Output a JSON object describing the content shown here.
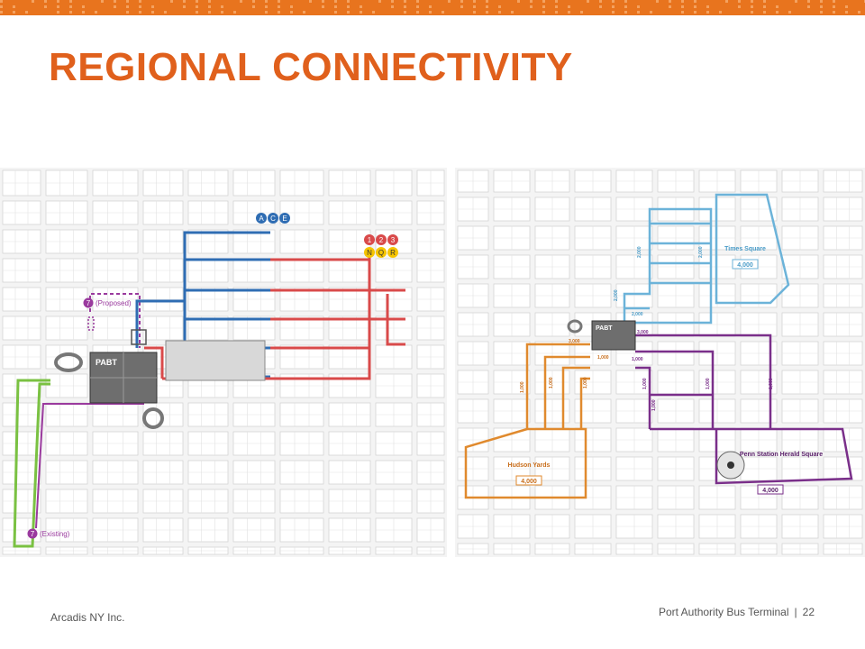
{
  "slide": {
    "title": "REGIONAL CONNECTIVITY",
    "footer_left": "Arcadis NY Inc.",
    "footer_right_title": "Port Authority Bus Terminal",
    "page_number": "22",
    "accent_color": "#e0601c",
    "band_color": "#e8741e"
  },
  "left_map": {
    "terminal_label": "PABT",
    "subway_ace": [
      "A",
      "C",
      "E"
    ],
    "subway_123": [
      "1",
      "2",
      "3"
    ],
    "subway_nqr": [
      "N",
      "Q",
      "R"
    ],
    "line7_proposed_number": "7",
    "line7_proposed_text": "(Proposed)",
    "line7_existing_number": "7",
    "line7_existing_text": "(Existing)",
    "colors": {
      "blue": "#2f6db3",
      "red": "#d94a4a",
      "green": "#7ac142",
      "purple": "#9a3a9e",
      "yellow": "#f5c400"
    }
  },
  "right_map": {
    "terminal_label": "PABT",
    "times_square_name": "Times Square",
    "times_square_capacity": "4,000",
    "hudson_yards_name": "Hudson Yards",
    "hudson_yards_capacity": "4,000",
    "penn_station_name": "Penn Station Herald Square",
    "penn_station_capacity": "4,000",
    "flow_labels": {
      "ts_1": "2,000",
      "ts_2": "2,000",
      "ts_3": "2,000",
      "ts_4": "2,000",
      "pabt_out": "3,000",
      "hy_branch": "3,000",
      "hy_1": "1,000",
      "hy_2": "1,000",
      "hy_3": "1,000",
      "hy_4": "1,000",
      "ps_1": "1,000",
      "ps_2": "1,000",
      "ps_3": "1,000",
      "ps_4": "1,000",
      "ps_5": "1,000"
    },
    "colors": {
      "light_blue": "#6cb3d9",
      "orange": "#e08a2e",
      "purple": "#7a2f8a"
    }
  }
}
